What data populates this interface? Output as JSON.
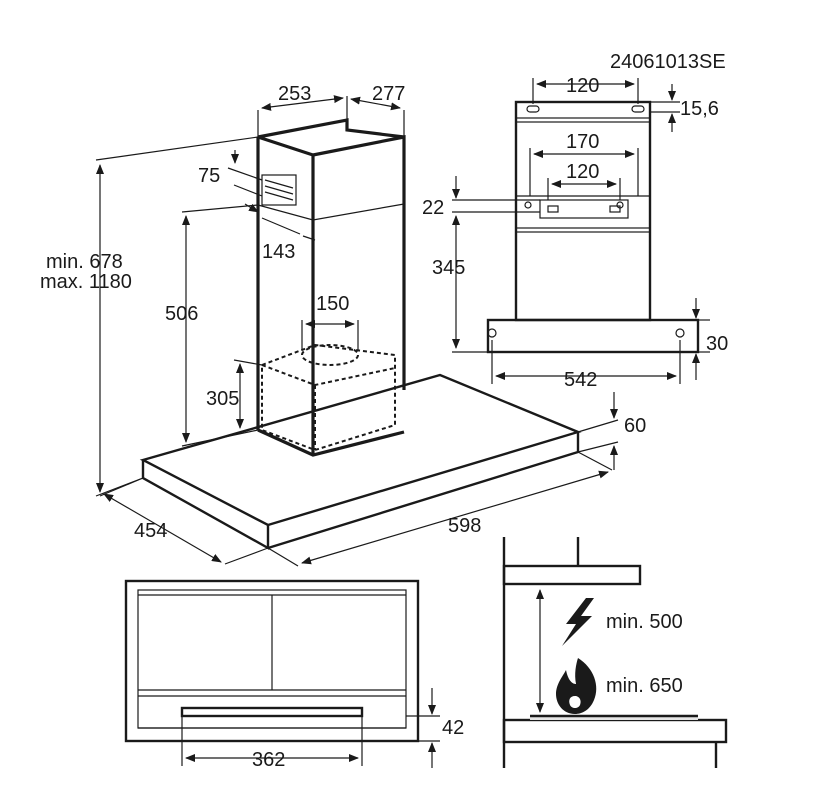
{
  "drawing_code": "24061013SE",
  "main_view": {
    "width_top_front": "253",
    "width_top_side": "277",
    "vent_offset_top": "75",
    "vent_offset_side": "143",
    "total_height_min": "min. 678",
    "total_height_max": "max. 1180",
    "chimney_lower_height": "506",
    "duct_diameter": "150",
    "filter_box_height": "305",
    "canopy_thickness": "60",
    "canopy_depth": "454",
    "canopy_width": "598"
  },
  "bracket_view": {
    "top_hole_spacing": "120",
    "top_offset": "15,6",
    "outer_span": "170",
    "inner_hole_spacing": "120",
    "hole_offset": "22",
    "bracket_to_canopy": "345",
    "canopy_edge": "30",
    "canopy_hole_spacing": "542"
  },
  "bottom_view": {
    "filter_width": "362",
    "filter_offset": "42"
  },
  "installation_view": {
    "min_electric": "min. 500",
    "min_gas": "min. 650",
    "electric_symbol": "lightning-icon",
    "gas_symbol": "flame-icon"
  }
}
